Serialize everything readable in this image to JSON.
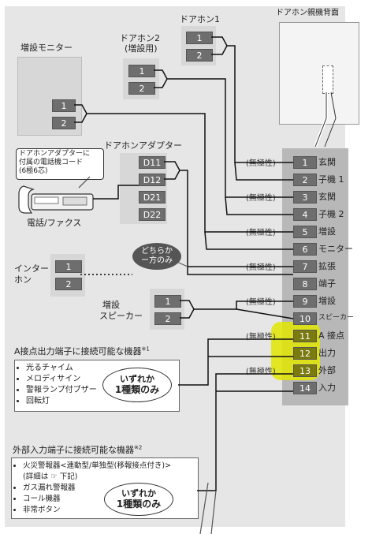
{
  "doorphone_unit_back": "ドアホン親機背面",
  "doorphone1": {
    "label": "ドアホン1",
    "terminals": [
      "1",
      "2"
    ]
  },
  "doorphone2": {
    "label_line1": "ドアホン2",
    "label_line2": "(増設用)",
    "terminals": [
      "1",
      "2"
    ]
  },
  "monitor": {
    "label": "増設モニター",
    "terminals": [
      "1",
      "2"
    ]
  },
  "adapter": {
    "label": "ドアホンアダプター",
    "terminals": [
      "D11",
      "D12",
      "D21",
      "D22"
    ]
  },
  "phone": {
    "note_line1": "ドアホンアダプターに",
    "note_line2": "付属の電話機コード",
    "note_line3": "(6極6芯)",
    "label": "電話/ファクス"
  },
  "either_bubble": {
    "line1": "どちらか",
    "line2": "ー方のみ"
  },
  "interphone": {
    "label_line1": "インター",
    "label_line2": "ホン",
    "terminals": [
      "1",
      "2"
    ]
  },
  "speaker": {
    "label_line1": "増設",
    "label_line2": "スピーカー",
    "terminals": [
      "1",
      "2"
    ]
  },
  "non_polar": "(無極性)",
  "main_terminals": [
    {
      "num": "1",
      "label": "玄関"
    },
    {
      "num": "2",
      "label": "子機 1"
    },
    {
      "num": "3",
      "label": "玄関"
    },
    {
      "num": "4",
      "label": "子機 2"
    },
    {
      "num": "5",
      "label": "増設"
    },
    {
      "num": "6",
      "label": "モニター"
    },
    {
      "num": "7",
      "label": "拡張"
    },
    {
      "num": "8",
      "label": "端子"
    },
    {
      "num": "9",
      "label": "増設"
    },
    {
      "num": "10",
      "label": "スピーカー"
    },
    {
      "num": "11",
      "label": "A 接点"
    },
    {
      "num": "12",
      "label": "出力"
    },
    {
      "num": "13",
      "label": "外部"
    },
    {
      "num": "14",
      "label": "入力"
    }
  ],
  "a_contact": {
    "title": "A接点出力端子に接続可能な機器",
    "footnote": "※1",
    "items": [
      "光るチャイム",
      "メロディサイン",
      "警報ランプ付ブザー",
      "回転灯"
    ],
    "choice_line1": "いずれか",
    "choice_line2": "1種類のみ"
  },
  "external_input": {
    "title": "外部入力端子に接続可能な機器",
    "footnote": "※2",
    "items": [
      "火災警報器<連動型/単独型(移報接点付き)>",
      "(詳細は ☞ 下記)",
      "ガス漏れ警報器",
      "コール機器",
      "非常ボタン"
    ],
    "choice_line1": "いずれか",
    "choice_line2": "1種類のみ"
  },
  "colors": {
    "background_region": "#e6e6e6",
    "terminal_dark": "#6e6e6e",
    "highlight": "#e2e600"
  }
}
